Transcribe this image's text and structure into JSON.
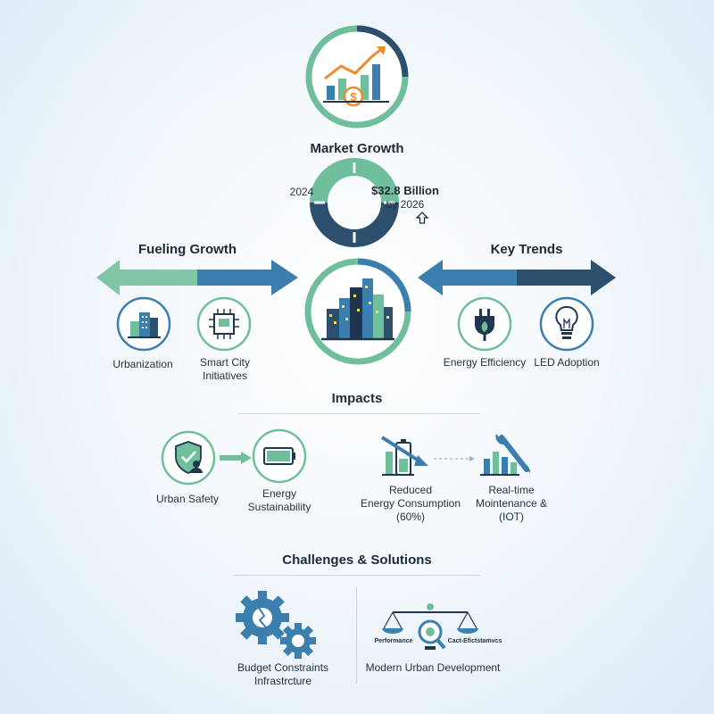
{
  "market_growth": {
    "title": "Market Growth",
    "year_start": "2024",
    "value": "$32.8 Billion",
    "by_year": "by 2026"
  },
  "fueling_growth": {
    "title": "Fueling Growth",
    "items": [
      {
        "label": "Urbanization",
        "icon": "buildings-icon"
      },
      {
        "label_line1": "Smart City",
        "label_line2": "Initiatives",
        "icon": "circuit-chip-icon"
      }
    ]
  },
  "key_trends": {
    "title": "Key Trends",
    "items": [
      {
        "label": "Energy Efficiency",
        "icon": "leaf-plug-icon"
      },
      {
        "label": "LED Adoption",
        "icon": "light-bulb-icon"
      }
    ]
  },
  "impacts": {
    "title": "Impacts",
    "items": [
      {
        "label": "Urban Safety",
        "icon": "shield-person-icon"
      },
      {
        "label_line1": "Energy",
        "label_line2": "Sustainability",
        "icon": "battery-icon"
      },
      {
        "label_line1": "Reduced",
        "label_line2": "Energy Consumption",
        "label_line3": "(60%)",
        "icon": "declining-bars-icon"
      },
      {
        "label_line1": "Real-time",
        "label_line2": "Mointenance &",
        "label_line3": "(IOT)",
        "icon": "wrench-bars-icon"
      }
    ]
  },
  "challenges": {
    "title": "Challenges & Solutions",
    "items": [
      {
        "label_line1": "Budget Constraints",
        "label_line2": "Infrastrcture",
        "icon": "gears-icon"
      },
      {
        "label": "Modern Urban Development",
        "icon": "balance-scale-icon",
        "scale_left": "Performance",
        "scale_right": "Cact-Efictstamvcs"
      }
    ]
  },
  "colors": {
    "teal": "#6fbf9d",
    "blue": "#3b7fae",
    "navy": "#2c4f6e",
    "dark": "#1f3550"
  }
}
